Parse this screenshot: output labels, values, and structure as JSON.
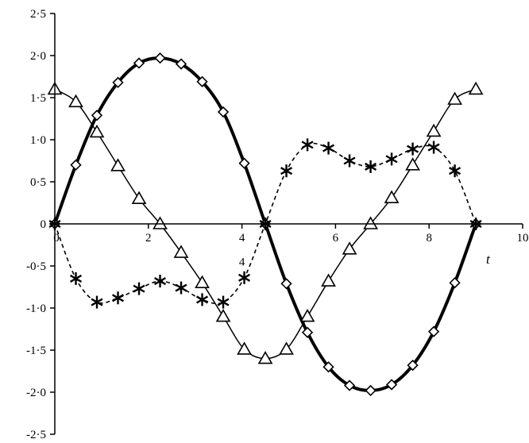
{
  "chart_data": {
    "type": "line",
    "xlabel": "t",
    "ylabel": "",
    "xlim": [
      0,
      10
    ],
    "ylim": [
      -2.5,
      2.5
    ],
    "x_ticks": [
      {
        "value": 0,
        "label": "0"
      },
      {
        "value": 2,
        "label": "2"
      },
      {
        "value": 4,
        "label": "4"
      },
      {
        "value": 6,
        "label": "6"
      },
      {
        "value": 8,
        "label": "8"
      },
      {
        "value": 10,
        "label": "10"
      }
    ],
    "y_ticks": [
      {
        "value": 2.5,
        "label": "2·5"
      },
      {
        "value": 2.0,
        "label": "2·0"
      },
      {
        "value": 1.5,
        "label": "1·5"
      },
      {
        "value": 1.0,
        "label": "1·0"
      },
      {
        "value": 0.5,
        "label": "0·5"
      },
      {
        "value": 0,
        "label": "0"
      },
      {
        "value": -0.5,
        "label": "-0·5"
      },
      {
        "value": -1.0,
        "label": "-1·0"
      },
      {
        "value": -1.5,
        "label": "-1·5"
      },
      {
        "value": -2.0,
        "label": "-2·0"
      },
      {
        "value": -2.5,
        "label": "-2·5"
      }
    ],
    "annotations": [
      {
        "text": "4",
        "x": 4.0,
        "y": -0.45
      }
    ],
    "series": [
      {
        "marker": "diamond",
        "line_style": "thick-solid",
        "color": "#000000",
        "points": [
          [
            0.0,
            0.0
          ],
          [
            0.45,
            0.7
          ],
          [
            0.9,
            1.29
          ],
          [
            1.35,
            1.68
          ],
          [
            1.8,
            1.91
          ],
          [
            2.25,
            1.97
          ],
          [
            2.7,
            1.9
          ],
          [
            3.15,
            1.69
          ],
          [
            3.6,
            1.33
          ],
          [
            4.05,
            0.72
          ],
          [
            4.5,
            0.0
          ],
          [
            4.95,
            -0.71
          ],
          [
            5.4,
            -1.29
          ],
          [
            5.85,
            -1.7
          ],
          [
            6.3,
            -1.92
          ],
          [
            6.75,
            -1.98
          ],
          [
            7.2,
            -1.91
          ],
          [
            7.65,
            -1.68
          ],
          [
            8.1,
            -1.28
          ],
          [
            8.55,
            -0.7
          ],
          [
            9.0,
            0.0
          ]
        ]
      },
      {
        "marker": "triangle",
        "line_style": "thin-solid",
        "color": "#000000",
        "points": [
          [
            0.0,
            1.6
          ],
          [
            0.45,
            1.45
          ],
          [
            0.9,
            1.09
          ],
          [
            1.35,
            0.69
          ],
          [
            1.8,
            0.3
          ],
          [
            2.25,
            0.0
          ],
          [
            2.7,
            -0.34
          ],
          [
            3.15,
            -0.7
          ],
          [
            3.6,
            -1.1
          ],
          [
            4.05,
            -1.49
          ],
          [
            4.5,
            -1.6
          ],
          [
            4.95,
            -1.49
          ],
          [
            5.4,
            -1.1
          ],
          [
            5.85,
            -0.68
          ],
          [
            6.3,
            -0.3
          ],
          [
            6.75,
            0.0
          ],
          [
            7.2,
            0.31
          ],
          [
            7.65,
            0.7
          ],
          [
            8.1,
            1.1
          ],
          [
            8.55,
            1.48
          ],
          [
            9.0,
            1.6
          ]
        ]
      },
      {
        "marker": "asterisk",
        "line_style": "dashed",
        "color": "#000000",
        "points": [
          [
            0.0,
            0.0
          ],
          [
            0.45,
            -0.65
          ],
          [
            0.9,
            -0.93
          ],
          [
            1.35,
            -0.88
          ],
          [
            1.8,
            -0.77
          ],
          [
            2.25,
            -0.68
          ],
          [
            2.7,
            -0.76
          ],
          [
            3.15,
            -0.9
          ],
          [
            3.6,
            -0.93
          ],
          [
            4.05,
            -0.64
          ],
          [
            4.5,
            0.0
          ],
          [
            4.95,
            0.63
          ],
          [
            5.4,
            0.94
          ],
          [
            5.85,
            0.9
          ],
          [
            6.3,
            0.75
          ],
          [
            6.75,
            0.68
          ],
          [
            7.2,
            0.77
          ],
          [
            7.65,
            0.89
          ],
          [
            8.1,
            0.91
          ],
          [
            8.55,
            0.63
          ],
          [
            9.0,
            0.0
          ]
        ]
      }
    ]
  }
}
